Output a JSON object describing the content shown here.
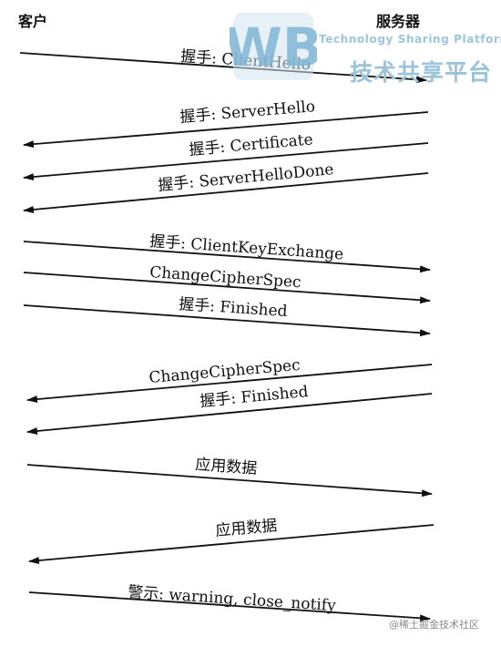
{
  "actors": {
    "client": "客户",
    "server": "服务器"
  },
  "messages": [
    {
      "label": "握手: ClientHello",
      "direction": "client-to-server"
    },
    {
      "label": "握手: ServerHello",
      "direction": "server-to-client"
    },
    {
      "label": "握手: Certificate",
      "direction": "server-to-client"
    },
    {
      "label": "握手: ServerHelloDone",
      "direction": "server-to-client"
    },
    {
      "label": "握手: ClientKeyExchange",
      "direction": "client-to-server"
    },
    {
      "label": "ChangeCipherSpec",
      "direction": "client-to-server"
    },
    {
      "label": "握手: Finished",
      "direction": "client-to-server"
    },
    {
      "label": "ChangeCipherSpec",
      "direction": "server-to-client"
    },
    {
      "label": "握手: Finished",
      "direction": "server-to-client"
    },
    {
      "label": "应用数据",
      "direction": "client-to-server"
    },
    {
      "label": "应用数据",
      "direction": "server-to-client"
    },
    {
      "label": "警示: warning, close_notify",
      "direction": "client-to-server"
    }
  ],
  "watermark": {
    "logo_text": "WB",
    "tagline": "Technology Sharing Platform",
    "platform": "技术共享平台",
    "logo_color": "#7fb6d5"
  },
  "credit": "@稀土掘金技术社区"
}
